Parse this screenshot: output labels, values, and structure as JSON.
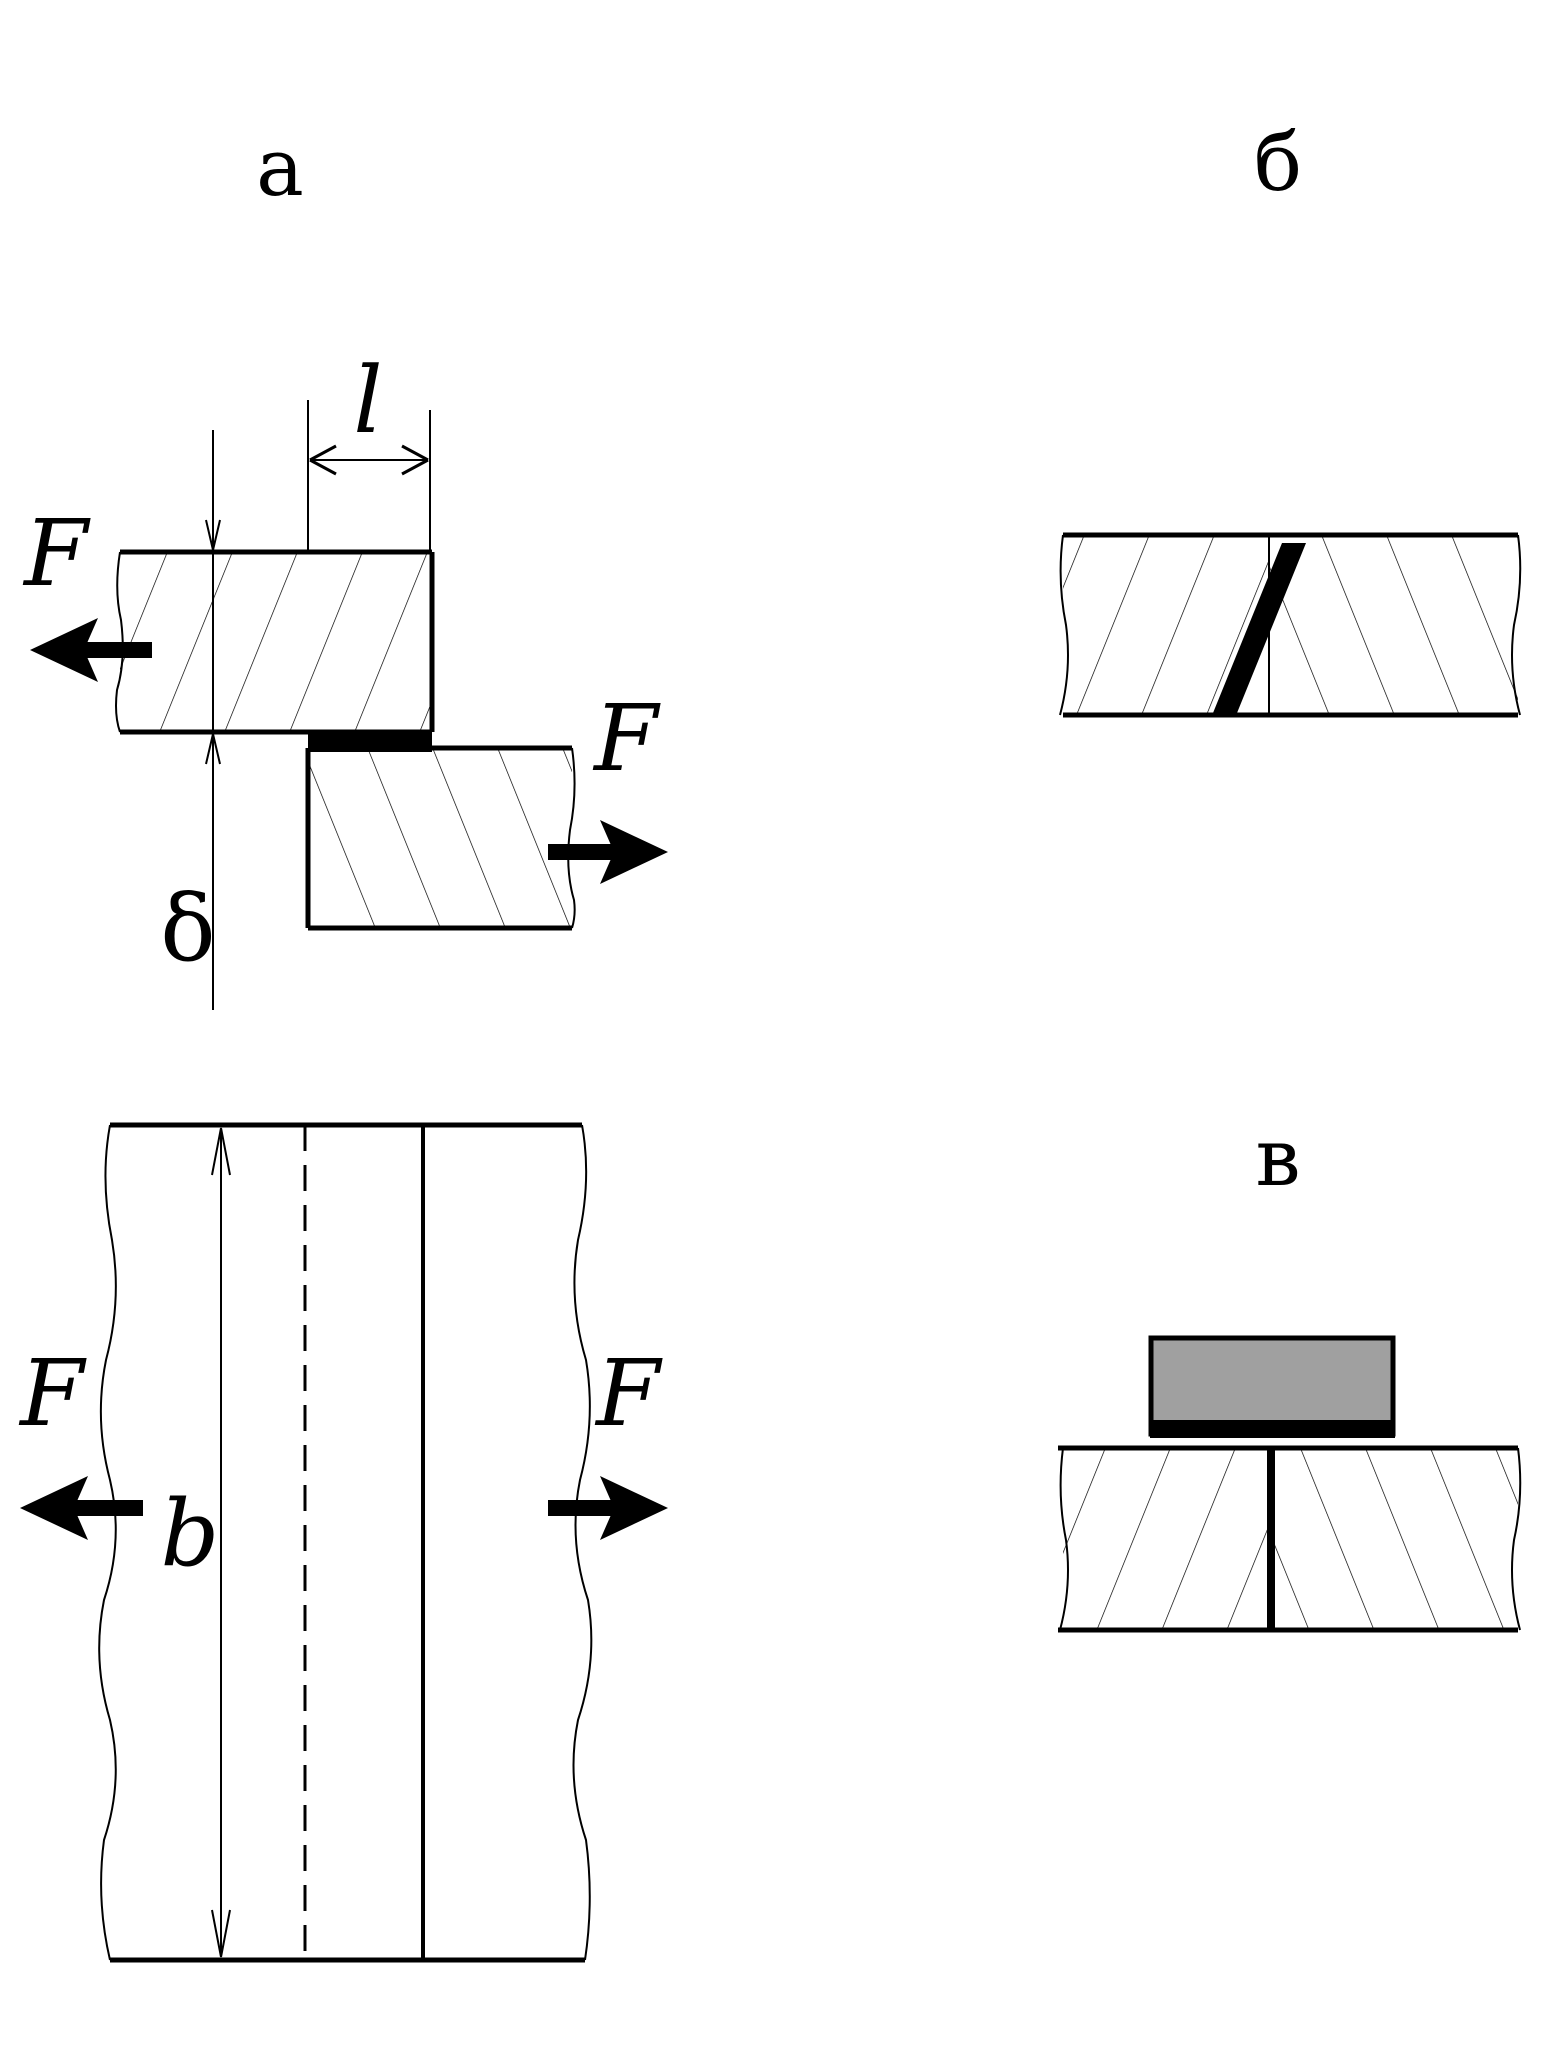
{
  "panels": {
    "a": {
      "label": "а"
    },
    "b": {
      "label": "б"
    },
    "c": {
      "label": "в"
    }
  },
  "symbols": {
    "force": "F",
    "overlap_length": "l",
    "thickness": "δ",
    "width": "b"
  },
  "colors": {
    "line": "#000000",
    "background": "#ffffff",
    "cover_plate": "#a0a0a0"
  }
}
